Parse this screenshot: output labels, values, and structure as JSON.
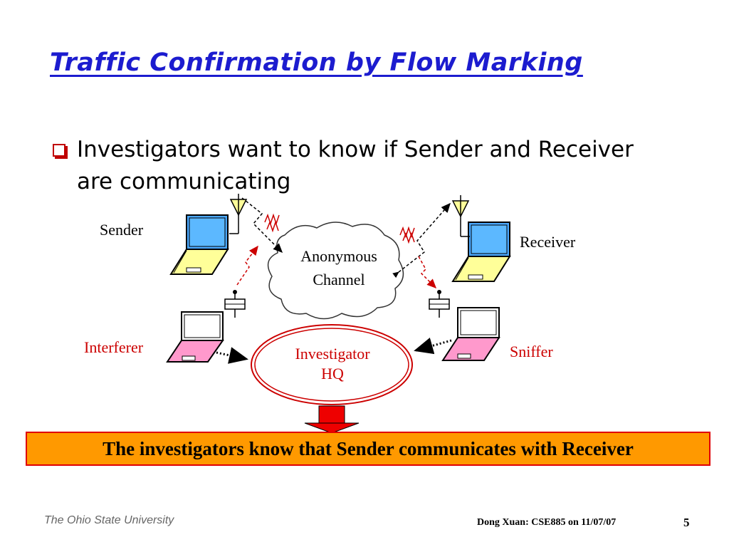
{
  "slide": {
    "title": "Traffic Confirmation by Flow Marking",
    "bullet": "Investigators want to know if Sender and Receiver are communicating"
  },
  "diagram": {
    "sender": "Sender",
    "receiver": "Receiver",
    "channel_line1": "Anonymous",
    "channel_line2": "Channel",
    "interferer": "Interferer",
    "sniffer": "Sniffer",
    "hq_line1": "Investigator",
    "hq_line2": "HQ"
  },
  "conclusion": "The investigators know that Sender communicates with Receiver",
  "footer": {
    "university": "The Ohio State University",
    "author": "Dong Xuan: CSE885 on 11/07/07",
    "page": "5"
  },
  "colors": {
    "title": "#1c1ccf",
    "accent_red": "#cc0000",
    "banner": "#ff9900",
    "screen_blue": "#4aa8ff",
    "keyboard_yellow": "#ffff99",
    "keyboard_pink": "#ff99cc"
  },
  "icons": [
    "bullet-box-icon",
    "antenna-icon",
    "laptop-icon",
    "cloud-icon",
    "down-arrow-icon"
  ]
}
